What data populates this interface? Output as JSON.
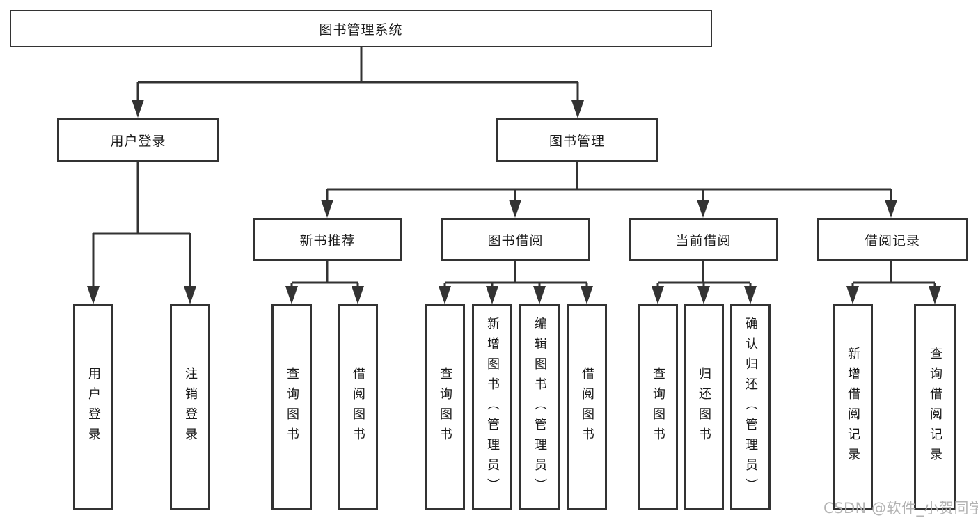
{
  "palette": {
    "line": "#333333",
    "box_border": "#333333",
    "box_fill": "#ffffff",
    "text": "#1a1a1a",
    "watermark_text": "#b3b3b3"
  },
  "nodes": {
    "root": {
      "label": "图书管理系统"
    },
    "user_login": {
      "label": "用户登录"
    },
    "book_management": {
      "label": "图书管理"
    },
    "new_book_recommend": {
      "label": "新书推荐"
    },
    "book_borrowing": {
      "label": "图书借阅"
    },
    "current_borrowing": {
      "label": "当前借阅"
    },
    "borrowing_records": {
      "label": "借阅记录"
    },
    "user_login_leaf": {
      "label": "用户登录"
    },
    "logout_leaf": {
      "label": "注销登录"
    },
    "query_books_recommend": {
      "label": "查询图书"
    },
    "borrow_books_recommend": {
      "label": "借阅图书"
    },
    "query_books_borrowing": {
      "label": "查询图书"
    },
    "add_books_admin": {
      "label": "新增图书（管理员）"
    },
    "edit_books_admin": {
      "label": "编辑图书（管理员）"
    },
    "borrow_books_borrowing": {
      "label": "借阅图书"
    },
    "query_books_current": {
      "label": "查询图书"
    },
    "return_books": {
      "label": "归还图书"
    },
    "confirm_return_admin": {
      "label": "确认归还（管理员）"
    },
    "add_borrow_record": {
      "label": "新增借阅记录"
    },
    "query_borrow_record": {
      "label": "查询借阅记录"
    }
  },
  "watermark": {
    "text": "CSDN @软件_小贺同学"
  }
}
